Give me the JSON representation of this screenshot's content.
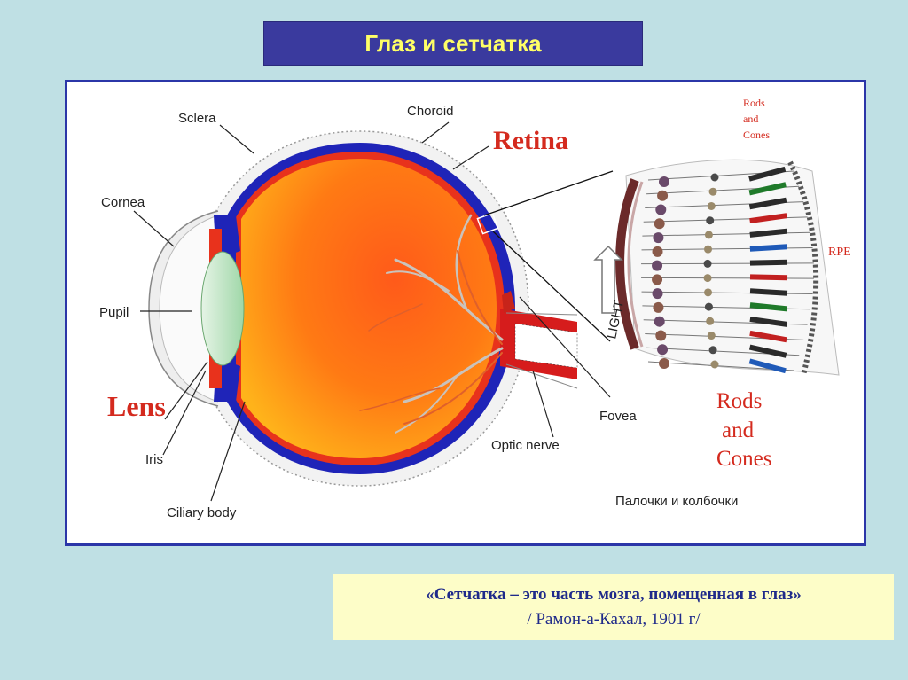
{
  "title": "Глаз и сетчатка",
  "diagram": {
    "labels": {
      "sclera": "Sclera",
      "choroid": "Choroid",
      "retina": "Retina",
      "cornea": "Cornea",
      "pupil": "Pupil",
      "lens": "Lens",
      "iris": "Iris",
      "ciliary_body": "Ciliary body",
      "optic_nerve": "Optic nerve",
      "fovea": "Fovea",
      "light": "LIGHT",
      "rpe": "RPE",
      "rods_and_cones_small_1": "Rods",
      "rods_and_cones_small_2": "and",
      "rods_and_cones_small_3": "Cones",
      "rods_and_cones_large_1": "Rods",
      "rods_and_cones_large_2": "and",
      "rods_and_cones_large_3": "Cones"
    },
    "caption": "Палочки и колбочки"
  },
  "quote": {
    "line1": "«Сетчатка – это часть мозга, помещенная в глаз»",
    "line2": "/ Рамон-а-Кахал, 1901 г/"
  },
  "colors": {
    "background": "#bfe0e4",
    "title_bar": "#3a3a9e",
    "title_text": "#ffff66",
    "frame_border": "#2b36a8",
    "quote_bg": "#fdfdc8",
    "label_red": "#d42a1e"
  }
}
